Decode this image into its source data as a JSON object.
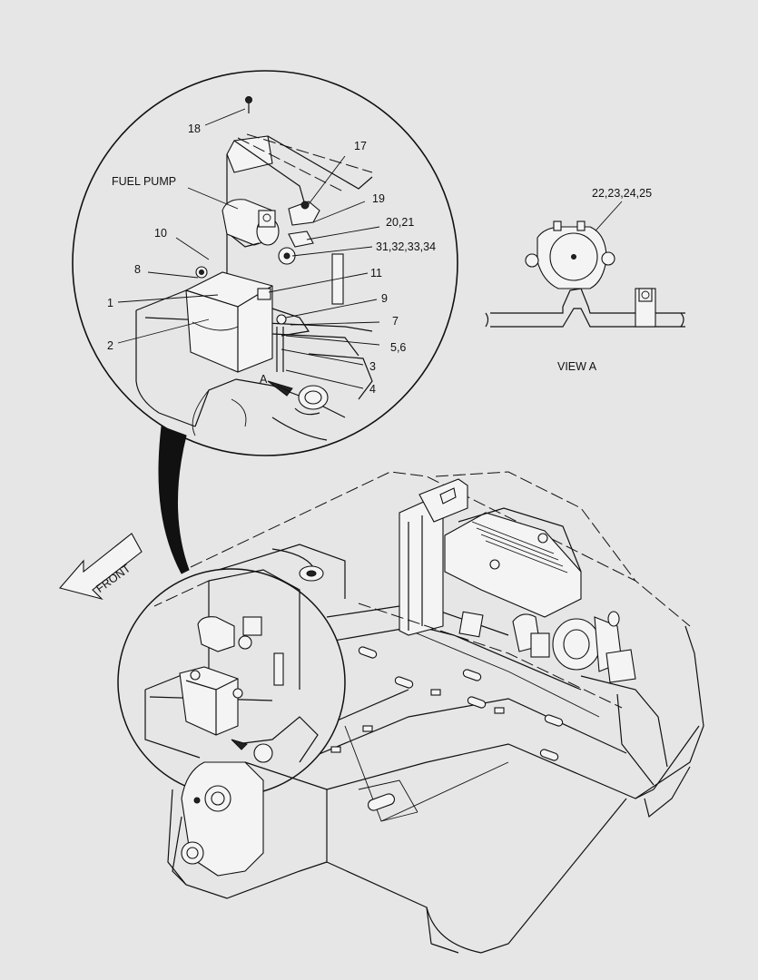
{
  "callouts": [
    {
      "id": "c18",
      "text": "18"
    },
    {
      "id": "c17",
      "text": "17"
    },
    {
      "id": "cfuel",
      "text": "FUEL PUMP"
    },
    {
      "id": "c19",
      "text": "19"
    },
    {
      "id": "c2021",
      "text": "20,21"
    },
    {
      "id": "c10",
      "text": "10"
    },
    {
      "id": "c31",
      "text": "31,32,33,34"
    },
    {
      "id": "c8",
      "text": "8"
    },
    {
      "id": "c11",
      "text": "11"
    },
    {
      "id": "c1",
      "text": "1"
    },
    {
      "id": "c9",
      "text": "9"
    },
    {
      "id": "c7",
      "text": "7"
    },
    {
      "id": "c2",
      "text": "2"
    },
    {
      "id": "c56",
      "text": "5,6"
    },
    {
      "id": "c3",
      "text": "3"
    },
    {
      "id": "c4",
      "text": "4"
    },
    {
      "id": "cA",
      "text": "A"
    },
    {
      "id": "c22",
      "text": "22,23,24,25"
    }
  ],
  "view_label": "VIEW  A",
  "front_label": "FRONT"
}
